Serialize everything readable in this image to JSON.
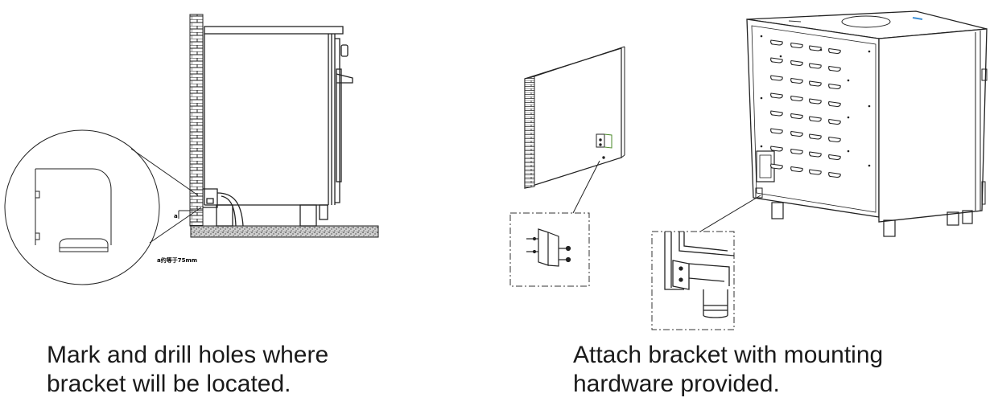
{
  "left_panel": {
    "caption_line1": "Mark and drill holes where",
    "caption_line2": "bracket will be located.",
    "dimension_label": "a",
    "dimension_note": "a约等于75mm"
  },
  "right_panel": {
    "caption_line1": "Attach bracket with mounting",
    "caption_line2": "hardware provided."
  }
}
